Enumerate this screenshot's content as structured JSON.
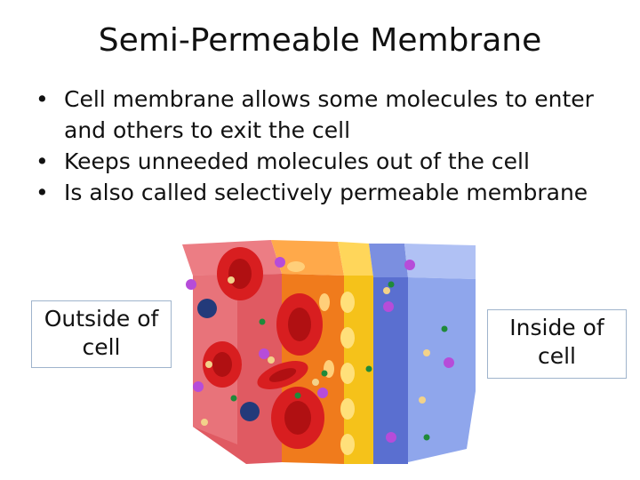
{
  "slide": {
    "title": "Semi-Permeable Membrane",
    "bullets": [
      "Cell membrane allows some molecules to enter and others to exit the cell",
      "Keeps unneeded molecules out of the cell",
      "Is also called selectively permeable membrane"
    ],
    "bullet_symbol": "•"
  },
  "labels": {
    "outside": [
      "Outside of",
      "cell"
    ],
    "inside": [
      "Inside of",
      "cell"
    ]
  },
  "illustration": {
    "subject": "cell membrane cross-section with blood cells and molecules",
    "colors": {
      "outer_layer": "#e05a62",
      "blood_cell": "#d81e20",
      "orange_layer": "#f07b1c",
      "yellow_layer": "#f5c21a",
      "blue_layer": "#5a6fd0",
      "light_blue_layer": "#8fa6ec",
      "molecule_purple": "#b64cd9",
      "molecule_green": "#1f8a3a",
      "molecule_navy": "#233a7a",
      "molecule_yellow": "#f2d28a"
    }
  }
}
